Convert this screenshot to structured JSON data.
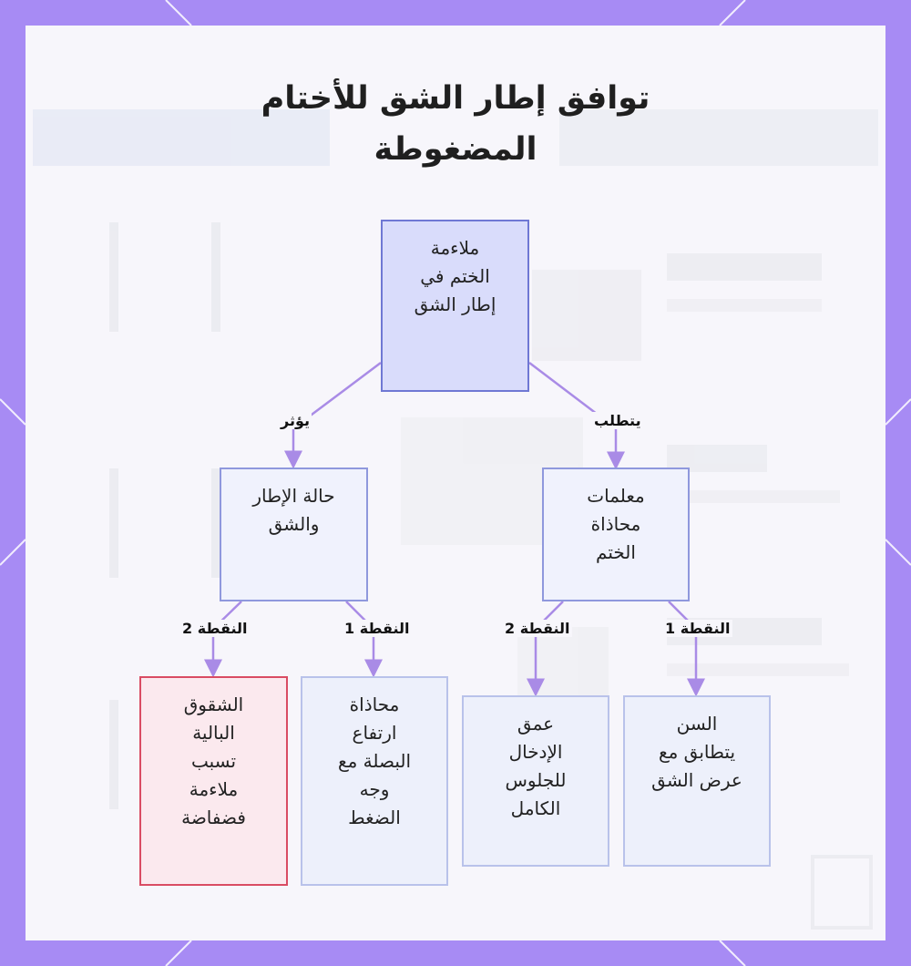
{
  "title": "توافق إطار الشق للأختام المضغوطة",
  "colors": {
    "frame": "#a78bf4",
    "card": "#f7f6fb",
    "edge": "#a98be6",
    "root_fill": "#d9dcfb",
    "root_border": "#6f78d4",
    "node_fill": "#f0f2fd",
    "node_border": "#8f98dd",
    "leaf_border": "#b9c2ea",
    "warn_fill": "#fbe9ee",
    "warn_border": "#d94c63"
  },
  "nodes": {
    "root": "ملاءمة\nالختم في\nإطار الشق",
    "frame_condition": "حالة الإطار\nوالشق",
    "seal_alignment": "معلمات\nمحاذاة\nالختم",
    "worn_slots": "الشقوق\nالبالية\nتسبب\nملاءمة\nفضفاضة",
    "compass_height": "محاذاة\nارتفاع\nالبصلة مع\nوجه\nالضغط",
    "insertion_depth": "عمق\nالإدخال\nللجلوس\nالكامل",
    "tooth_width": "السن\nيتطابق مع\nعرض الشق"
  },
  "edges": {
    "affects": "يؤثر",
    "requires": "يتطلب",
    "left_point2": "النقطة 2",
    "left_point1": "النقطة 1",
    "right_point2": "النقطة 2",
    "right_point1": "النقطة 1"
  }
}
